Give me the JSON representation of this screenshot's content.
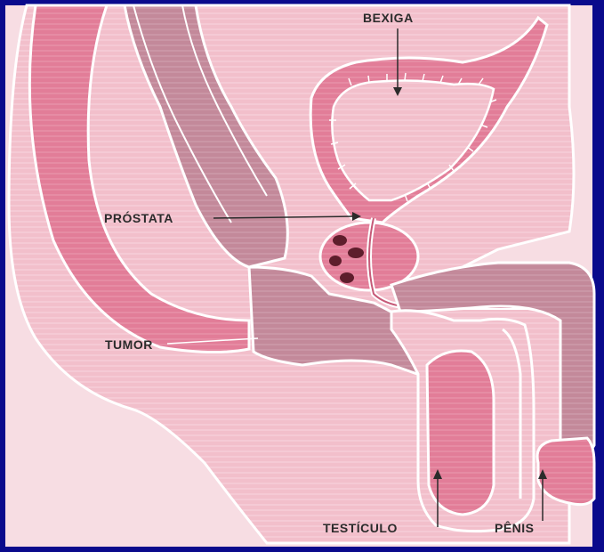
{
  "labels": {
    "bladder": "BEXIGA",
    "prostate": "PRÓSTATA",
    "tumor": "TUMOR",
    "testicle": "TESTÍCULO",
    "penis": "PÊNIS"
  },
  "colors": {
    "frame": "#0a0a8c",
    "background": "#f6d7df",
    "skin": "#f2bfcb",
    "organ_pink": "#e0708f",
    "organ_deep": "#c95b7c",
    "muted": "#b47f8d",
    "outline": "#ffffff",
    "dark_line": "#4a3a3f",
    "tumor_spot": "#5e1e2c"
  }
}
